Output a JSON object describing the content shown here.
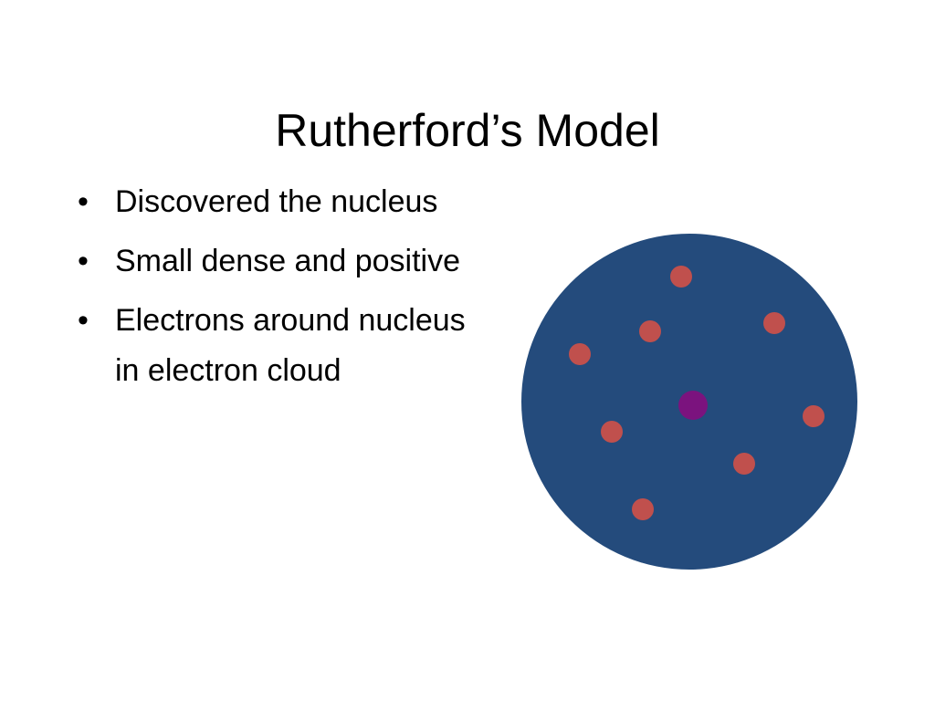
{
  "slide": {
    "title": "Rutherford’s Model",
    "bullet_marker": "•",
    "bullets": [
      "Discovered the nucleus",
      "Small dense and positive",
      "Electrons around nucleus in electron cloud"
    ]
  },
  "diagram": {
    "cloud_color": "#244b7c",
    "nucleus_color": "#7b137e",
    "electron_color": "#c0504d",
    "electron_count": 8
  }
}
